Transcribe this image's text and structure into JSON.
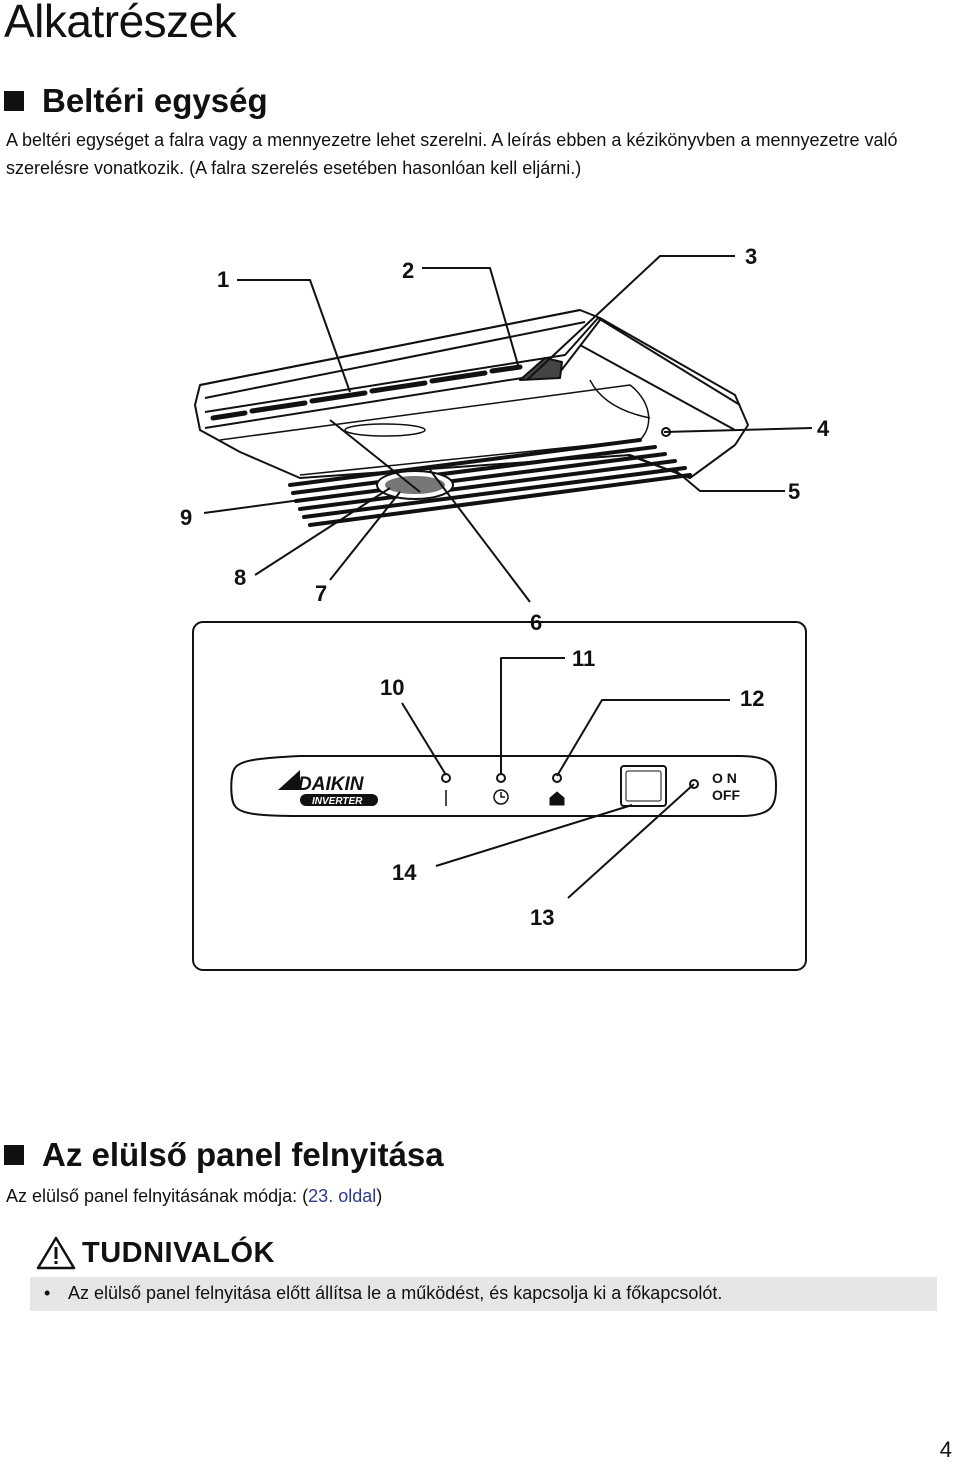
{
  "page_title": "Alkatrészek",
  "section1": {
    "heading": "Beltéri egység",
    "para_line1": "A beltéri egységet a falra vagy a mennyezetre lehet szerelni. A leírás ebben a kézikönyvben a mennyezetre való",
    "para_line2": "szerelésre vonatkozik. (A falra szerelés esetében hasonlóan kell eljárni.)"
  },
  "diagram": {
    "callouts": [
      "1",
      "2",
      "3",
      "4",
      "5",
      "6",
      "7",
      "8",
      "9",
      "10",
      "11",
      "12",
      "13",
      "14"
    ],
    "panel_brand": "DAIKIN",
    "panel_subbrand": "INVERTER",
    "panel_on": "O N",
    "panel_off": "OFF"
  },
  "section2": {
    "heading": "Az elülső panel felnyitása",
    "para_before": "Az elülső panel felnyitásának módja: (",
    "para_link": "23. oldal",
    "para_after": ")"
  },
  "caution": {
    "title": "TUDNIVALÓK",
    "bullet": "•",
    "note": "Az elülső panel felnyitása előtt állítsa le a működést, és kapcsolja ki a főkapcsolót."
  },
  "page_number": "4"
}
